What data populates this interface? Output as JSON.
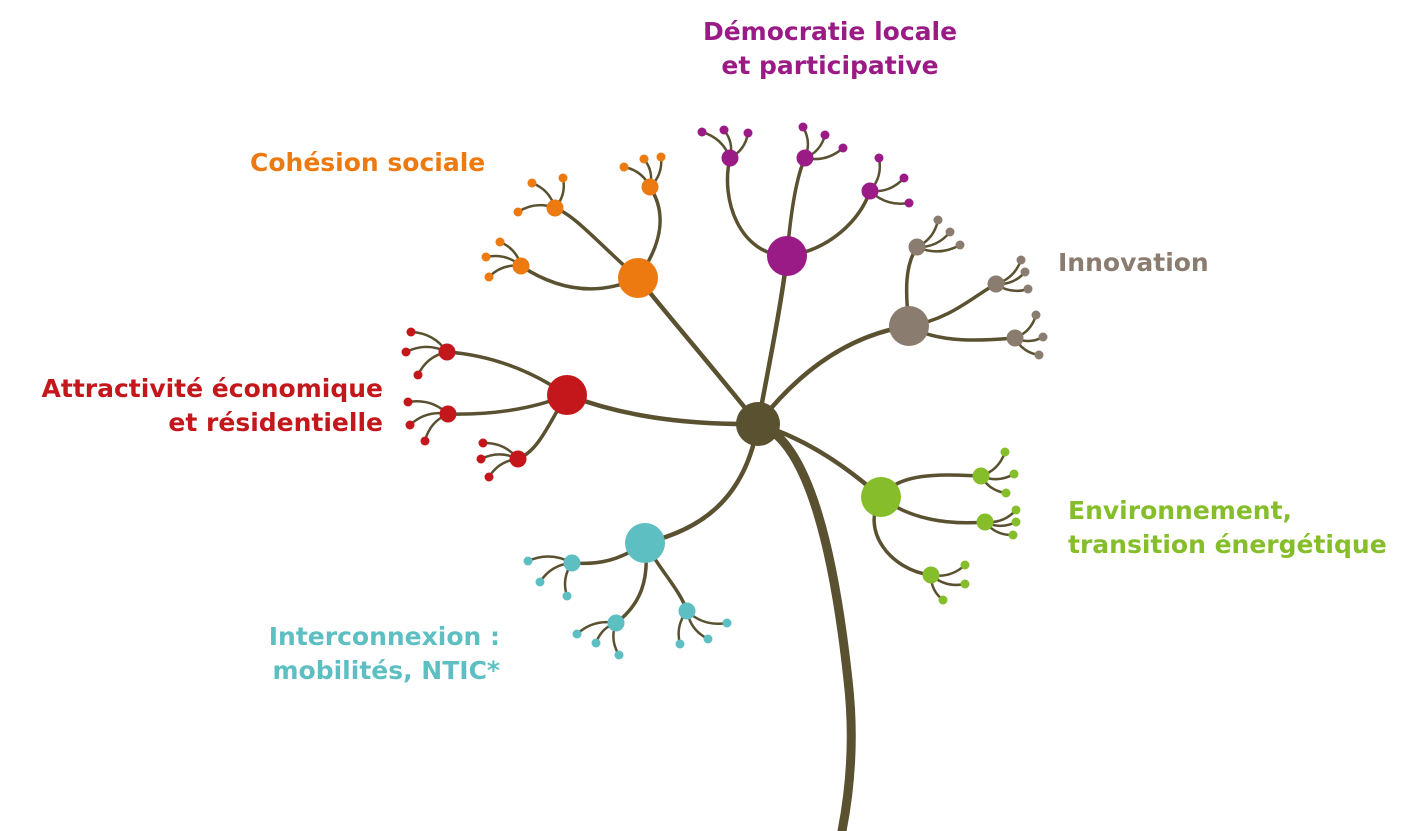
{
  "colors": {
    "trunk": "#5a5131",
    "democratie": "#9b1b86",
    "cohesion": "#ec7a10",
    "innovation": "#8b7c70",
    "attractivite": "#c4171c",
    "environnement": "#86be2b",
    "interconnexion": "#5ebfc3"
  },
  "labels": {
    "democratie": {
      "line1": "Démocratie locale",
      "line2": "et participative"
    },
    "cohesion": {
      "line1": "Cohésion sociale"
    },
    "innovation": {
      "line1": "Innovation"
    },
    "attractivite": {
      "line1": "Attractivité économique",
      "line2": "et résidentielle"
    },
    "environnement": {
      "line1": "Environnement,",
      "line2": "transition énergétique"
    },
    "interconnexion": {
      "line1": "Interconnexion :",
      "line2": "mobilités, NTIC*"
    }
  }
}
